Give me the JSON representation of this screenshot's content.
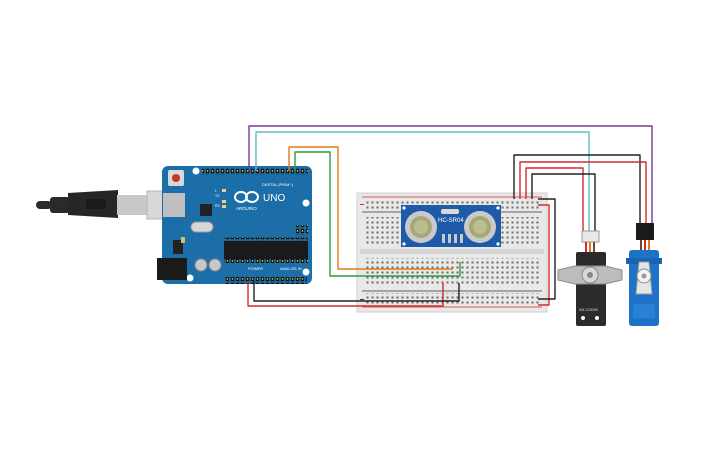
{
  "arduino": {
    "brand": "ARDUINO",
    "model": "UNO",
    "digital_header_label": "DIGITAL (PWM~)",
    "power_label": "POWER",
    "analog_label": "ANALOG IN",
    "tx_label": "TX",
    "rx_label": "RX",
    "l_label": "L",
    "aref_label": "AREF"
  },
  "sensor": {
    "label": "HC-SR04"
  },
  "servo_left": {
    "label": "SM-S2309S",
    "body_color": "#2b2b2b"
  },
  "servo_right": {
    "label": "",
    "body_color": "#1e73c8"
  },
  "wire_colors": {
    "red": "#d42a2a",
    "black": "#222222",
    "orange": "#e07a10",
    "green": "#2e9c3a",
    "purple": "#7b3a96",
    "cyan": "#5fb8c8"
  },
  "colors": {
    "arduino_board": "#1b6ea8",
    "breadboard": "#e8e8e8",
    "sensor_board": "#1e5aa8"
  }
}
